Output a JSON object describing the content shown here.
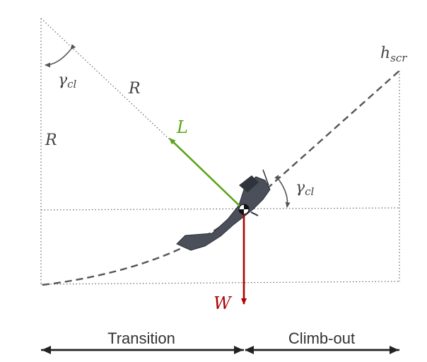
{
  "labels": {
    "lift": "L",
    "weight": "W",
    "radius_diagonal": "R",
    "radius_vertical": "R",
    "gamma_symbol": "γ",
    "gamma_subscript": "cl",
    "h_symbol": "h",
    "h_subscript": "scr",
    "phase_transition": "Transition",
    "phase_climbout": "Climb-out"
  },
  "colors": {
    "lift_vector": "#5aa51a",
    "weight_vector": "#b00000",
    "guide_lines": "#555555",
    "flight_path": "#555555",
    "phase_arrows": "#222222",
    "aircraft": "#4a4f5a"
  },
  "icons": {
    "aircraft": "aircraft-silhouette-icon",
    "cg_marker": "center-of-gravity-icon"
  }
}
